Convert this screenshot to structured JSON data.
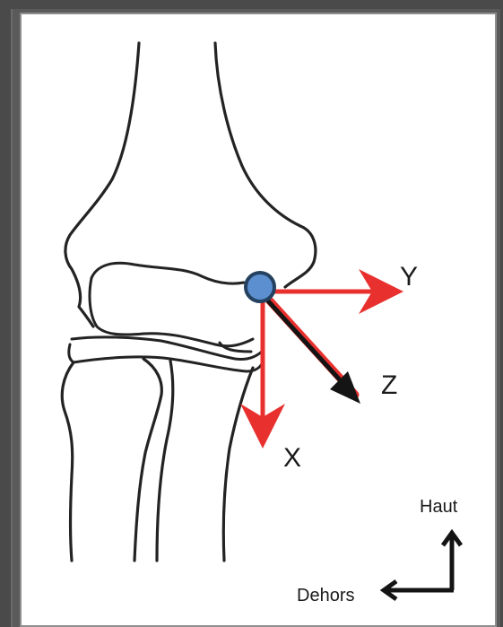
{
  "axes": {
    "y_label": "Y",
    "z_label": "Z",
    "x_label": "X"
  },
  "orientation": {
    "up_label": "Haut",
    "out_label": "Dehors"
  },
  "colors": {
    "axis_red": "#e8302e",
    "axis_black": "#141414",
    "origin_fill": "#5b8fd0",
    "origin_stroke": "#24415f",
    "bone_outline": "#232323"
  },
  "icons": {
    "origin": "origin-point-icon",
    "up_arrow": "up-arrow-icon",
    "left_arrow": "left-arrow-icon"
  }
}
